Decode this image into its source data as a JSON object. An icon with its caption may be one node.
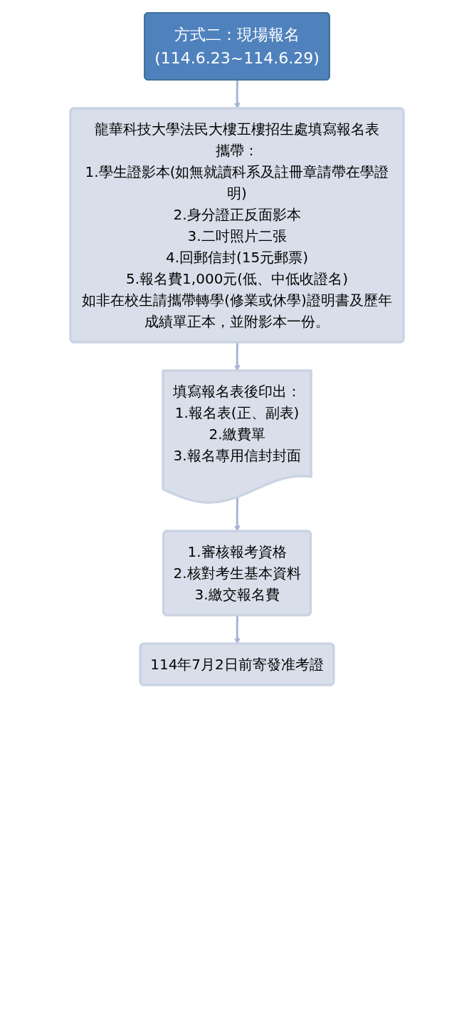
{
  "diagram": {
    "nodes": [
      {
        "text": [
          "方式二：現場報名",
          "(114.6.23~114.6.29)"
        ]
      },
      {
        "text": [
          "龍華科技大學法民大樓五樓招生處填寫報名表",
          "攜帶：",
          "1.學生證影本(如無就讀科系及註冊章請帶在學證明)",
          "2.身分證正反面影本",
          "3.二吋照片二張",
          "4.回郵信封(15元郵票)",
          "5.報名費1,000元(低、中低收證名)",
          "如非在校生請攜帶轉學(修業或休學)證明書及歷年成績單正本，並附影本一份。"
        ]
      },
      {
        "text": [
          "填寫報名表後印出：",
          "1.報名表(正、副表)",
          "2.繳費單",
          "3.報名專用信封封面"
        ]
      },
      {
        "text": [
          "1.審核報考資格",
          "2.核對考生基本資料",
          "3.繳交報名費"
        ]
      },
      {
        "text": [
          "114年7月2日前寄發准考證"
        ]
      }
    ],
    "edges": [
      {
        "from": 0,
        "to": 1,
        "arrow": "to"
      },
      {
        "from": 1,
        "to": 2,
        "arrow": "to"
      },
      {
        "from": 2,
        "to": 3,
        "arrow": "to"
      },
      {
        "from": 3,
        "to": 4,
        "arrow": "to"
      }
    ]
  }
}
